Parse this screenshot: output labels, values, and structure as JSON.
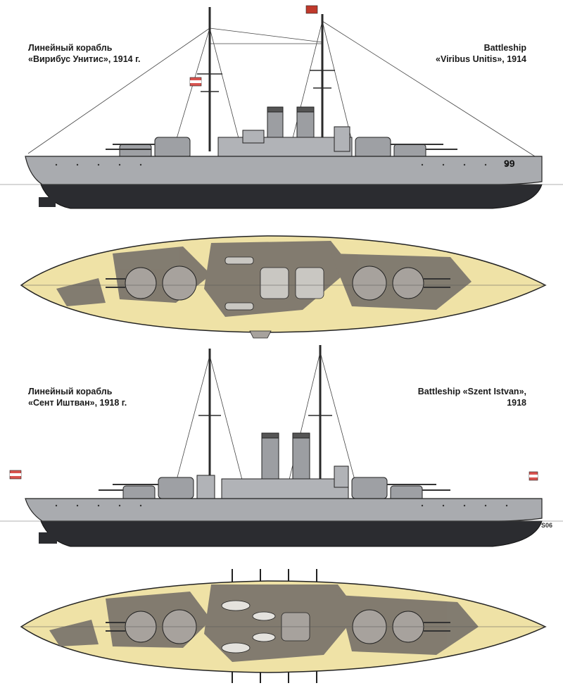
{
  "ships": [
    {
      "caption_ru": [
        "Линейный корабль",
        "«Вирибус Унитис», 1914 г."
      ],
      "caption_en": [
        "Battleship",
        "«Viribus Unitis», 1914"
      ],
      "hull_number": "99"
    },
    {
      "caption_ru": [
        "Линейный корабль",
        "«Сент Иштван», 1918 г."
      ],
      "caption_en": [
        "Battleship «Szent Istvan»,",
        "1918"
      ],
      "artist_mark": "S06"
    }
  ],
  "colors": {
    "hull_upper": "#a9abaf",
    "hull_lower": "#2b2c30",
    "deck_yellow": "#efe2a6",
    "camo_dark": "#6f6a66",
    "camo_mid": "#a7a29d",
    "outline": "#222222"
  }
}
